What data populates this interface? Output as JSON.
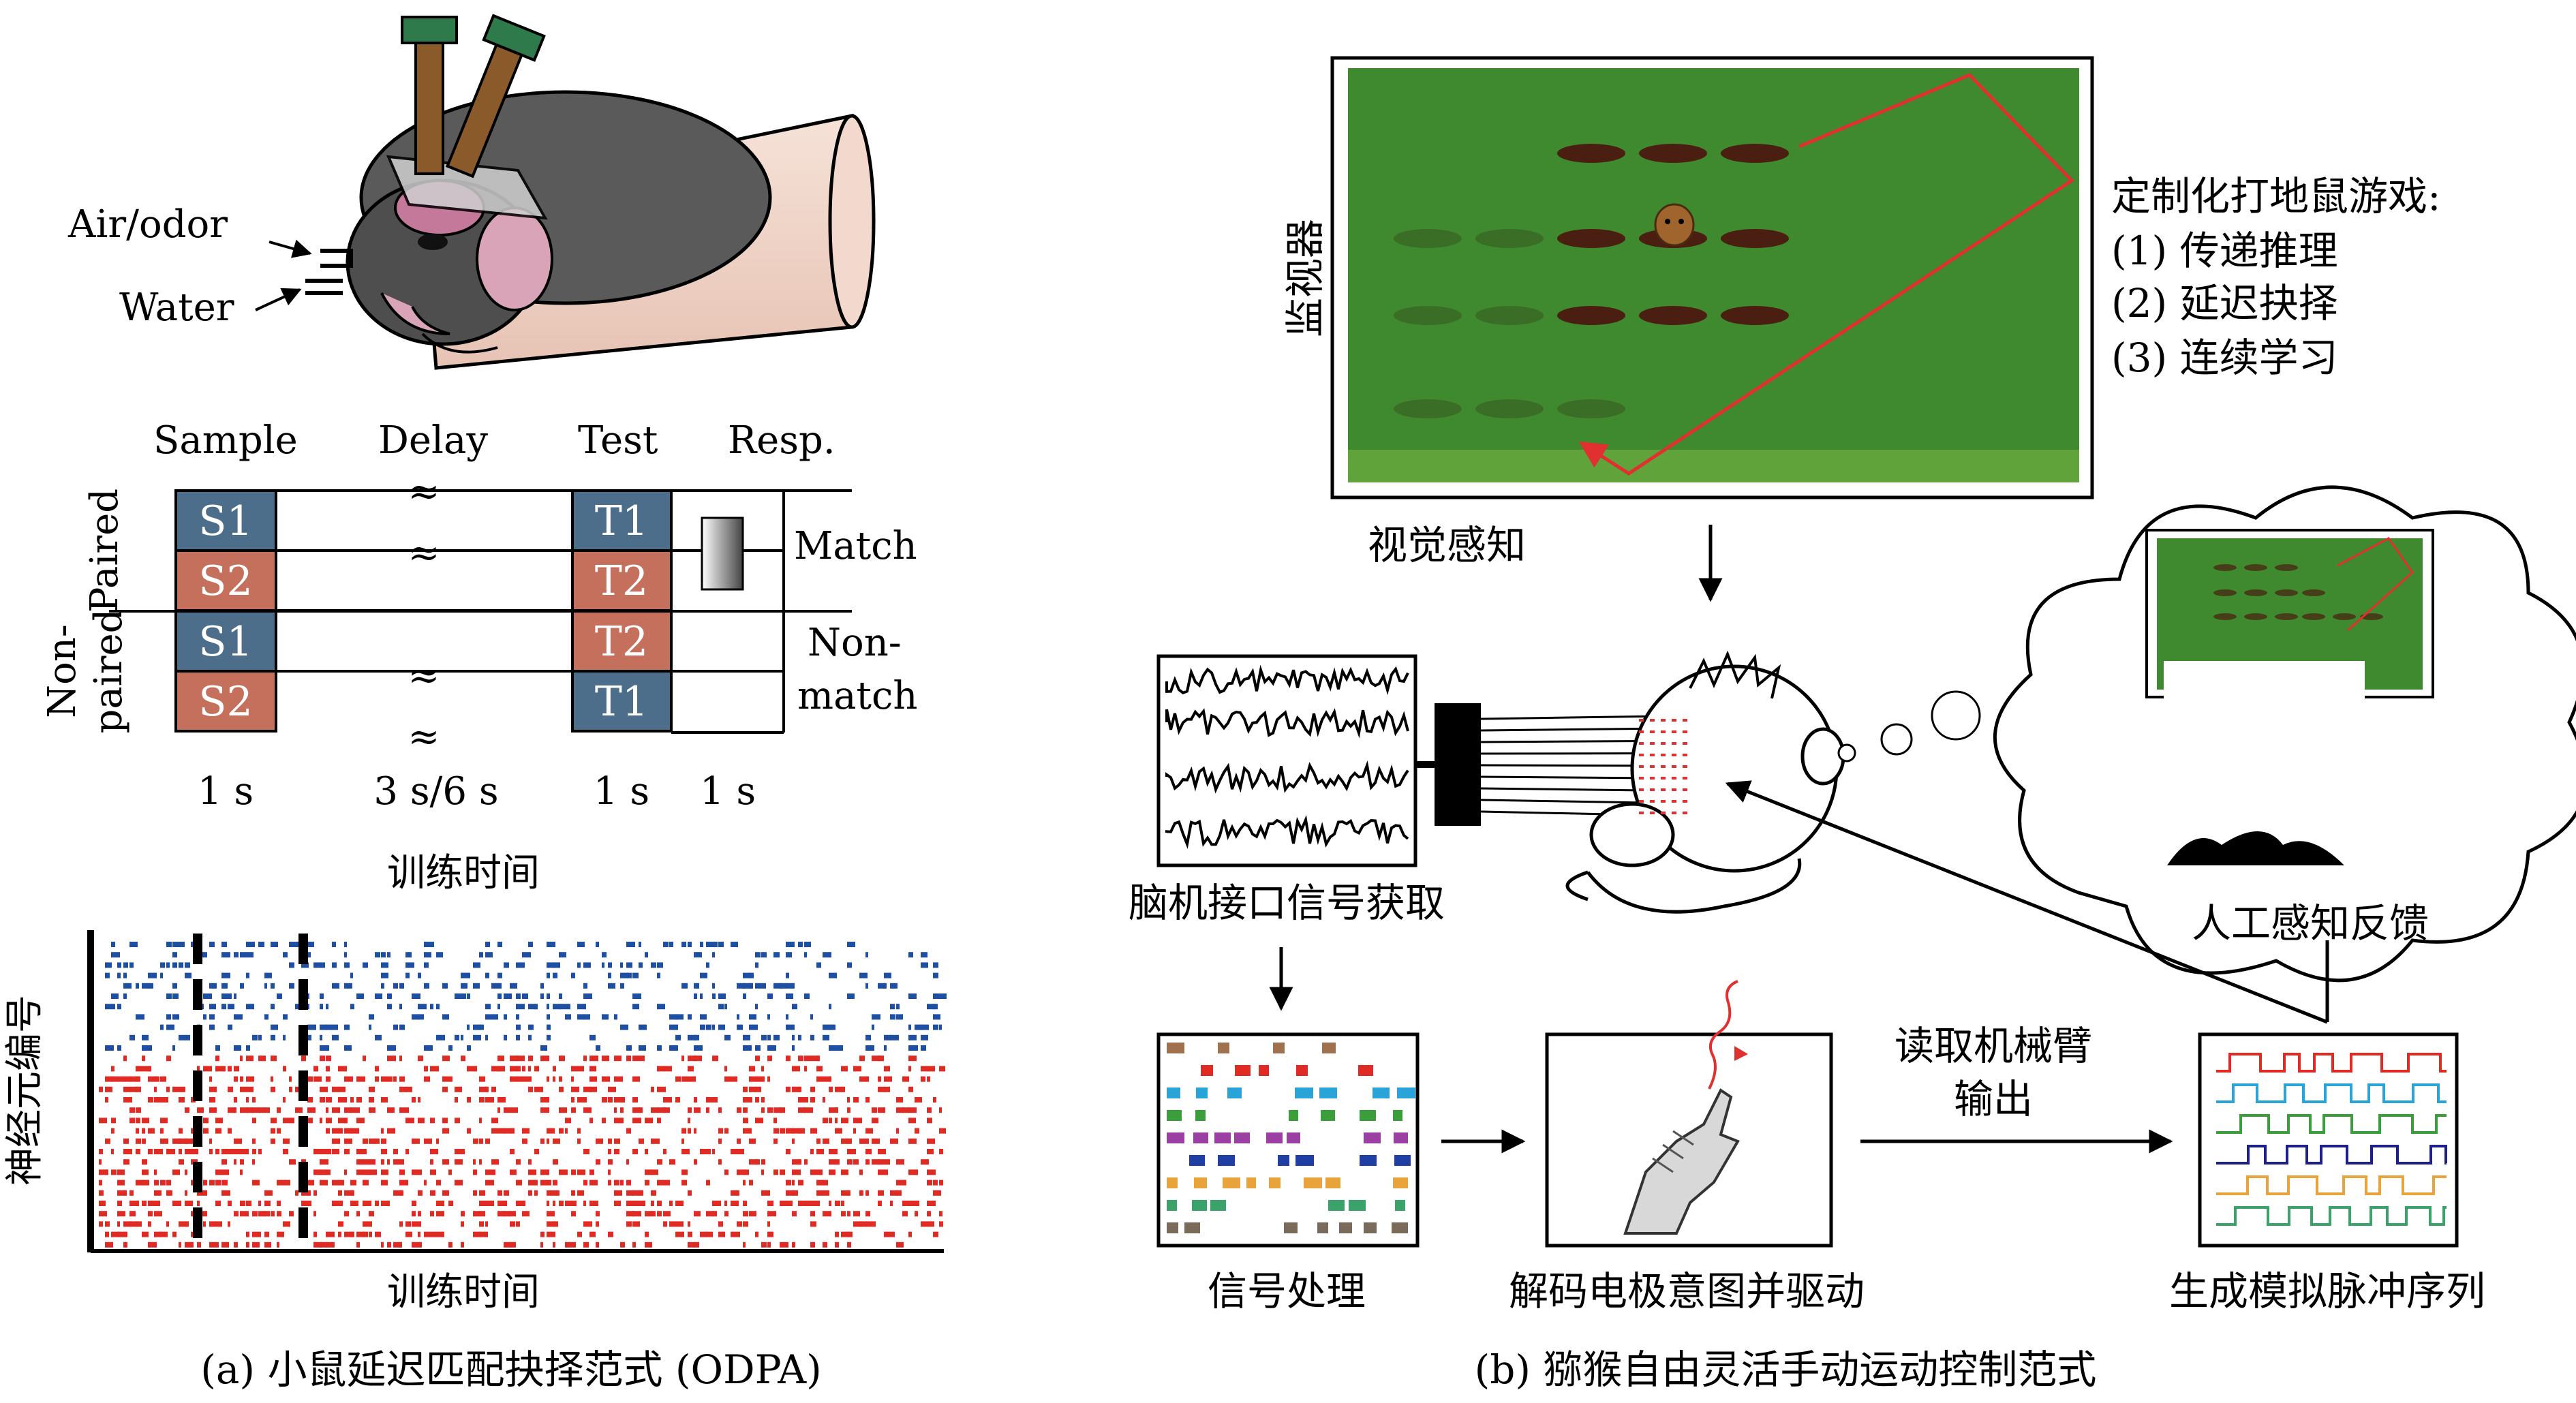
{
  "panel_a": {
    "mouse": {
      "air_odor": "Air/odor",
      "water": "Water"
    },
    "task": {
      "phases": [
        "Sample",
        "Delay",
        "Test",
        "Resp."
      ],
      "group_paired": "Paired",
      "group_nonpaired_1": "Non-",
      "group_nonpaired_2": "paired",
      "rows": [
        {
          "sample": "S1",
          "test": "T1"
        },
        {
          "sample": "S2",
          "test": "T2"
        },
        {
          "sample": "S1",
          "test": "T2"
        },
        {
          "sample": "S2",
          "test": "T1"
        }
      ],
      "match": "Match",
      "nonmatch_1": "Non-",
      "nonmatch_2": "match",
      "break_symbol": "≈",
      "durations": [
        "1 s",
        "3 s/6 s",
        "1 s",
        "1 s"
      ],
      "xlabel": "训练时间"
    },
    "raster": {
      "ylabel": "神经元编号",
      "xlabel": "训练时间"
    },
    "caption": "(a) 小鼠延迟匹配抉择范式 (ODPA)"
  },
  "panel_b": {
    "monitor_label": "监视器",
    "game_title": "定制化打地鼠游戏:",
    "game_items": [
      "(1) 传递推理",
      "(2) 延迟抉择",
      "(3) 连续学习"
    ],
    "visual_perception": "视觉感知",
    "bci_acquisition": "脑机接口信号获取",
    "feedback": "人工感知反馈",
    "signal_processing": "信号处理",
    "decode": "解码电极意图并驱动",
    "read_arm_1": "读取机械臂",
    "read_arm_2": "输出",
    "generate_pulses": "生成模拟脉冲序列",
    "caption": "(b) 猕猴自由灵活手动运动控制范式"
  },
  "colors": {
    "s1_blue": "#4d6e8a",
    "s2_red": "#c4705c",
    "raster_blue": "#1f4fa3",
    "raster_red": "#e02a24",
    "game_green": "#3f8a2e",
    "arrow_red": "#e03030"
  }
}
